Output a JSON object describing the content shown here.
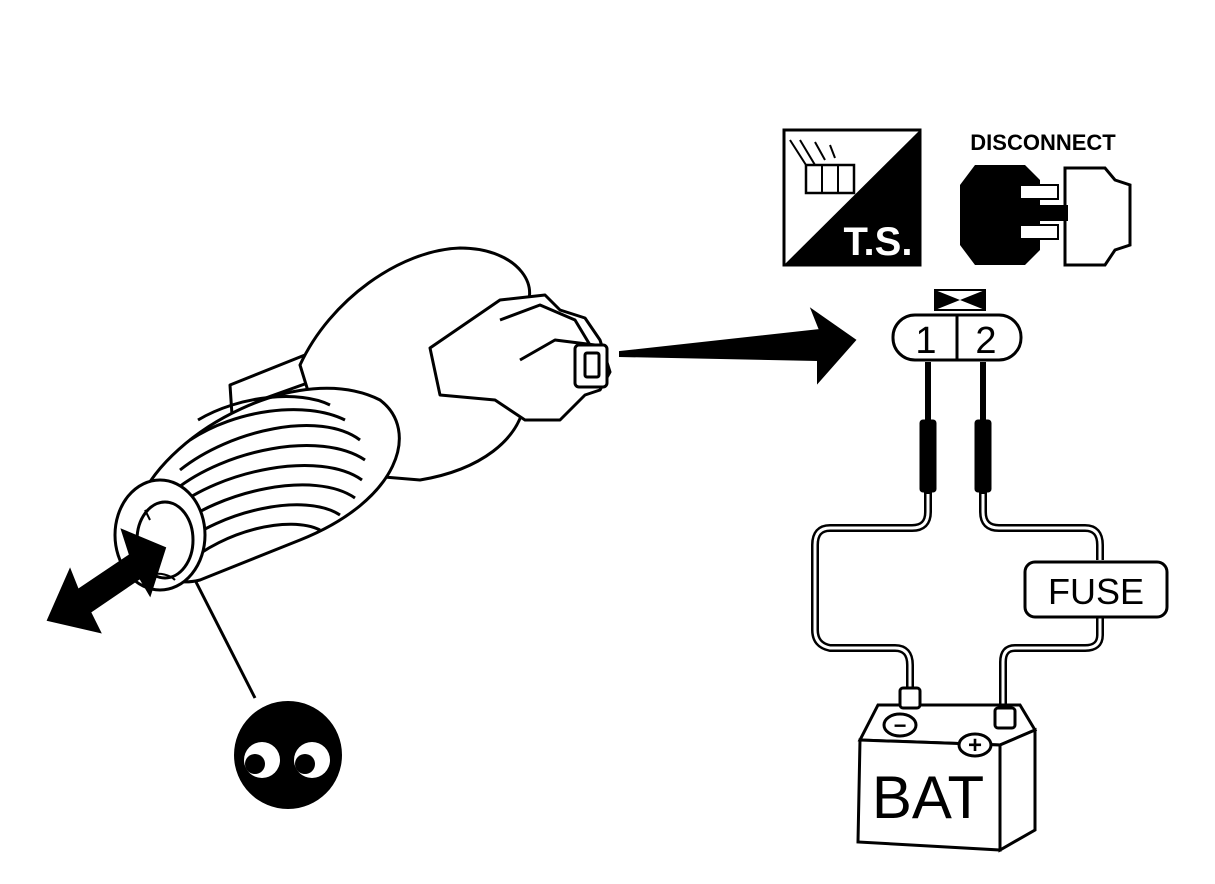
{
  "labels": {
    "disconnect": "DISCONNECT",
    "test_symbol": "T.S.",
    "pin1": "1",
    "pin2": "2",
    "fuse": "FUSE",
    "battery": "BAT",
    "battery_neg": "−",
    "battery_pos": "+"
  },
  "icons": {
    "harness_connector_icon": "harness-side connector with test probe",
    "disconnect_icon": "separated connector halves",
    "inspect_icon": "eyes (visual check)",
    "movement_arrow": "double-headed arrow (plunger movement)"
  },
  "colors": {
    "line": "#000000",
    "background": "#ffffff"
  }
}
